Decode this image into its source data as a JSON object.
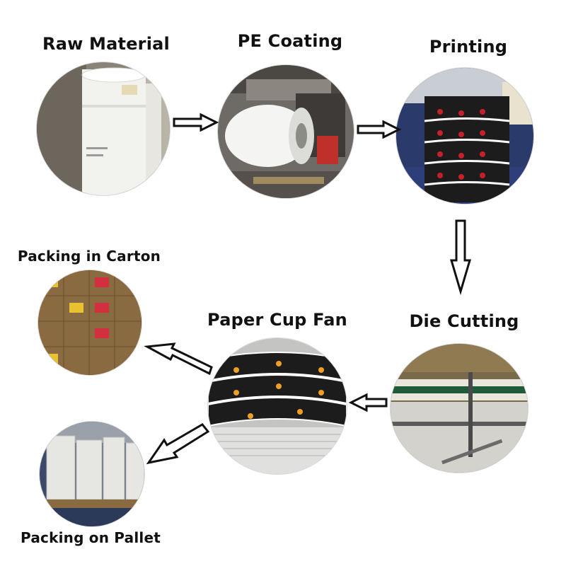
{
  "steps": [
    {
      "id": "raw-material",
      "label": "Raw Material",
      "icon": "paper-roll-photo"
    },
    {
      "id": "pe-coating",
      "label": "PE Coating",
      "icon": "coating-machine-photo"
    },
    {
      "id": "printing",
      "label": "Printing",
      "icon": "printed-roll-photo"
    },
    {
      "id": "die-cutting",
      "label": "Die Cutting",
      "icon": "die-cutting-photo"
    },
    {
      "id": "paper-cup-fan",
      "label": "Paper Cup Fan",
      "icon": "cup-fan-stack-photo"
    },
    {
      "id": "packing-carton",
      "label": "Packing in Carton",
      "icon": "carton-stack-photo"
    },
    {
      "id": "packing-pallet",
      "label": "Packing on Pallet",
      "icon": "pallet-photo"
    }
  ],
  "colors": {
    "text": "#111111",
    "arrow_stroke": "#111111",
    "arrow_fill": "#ffffff",
    "print_red": "#c8202a",
    "print_dark": "#1c1c1c"
  }
}
